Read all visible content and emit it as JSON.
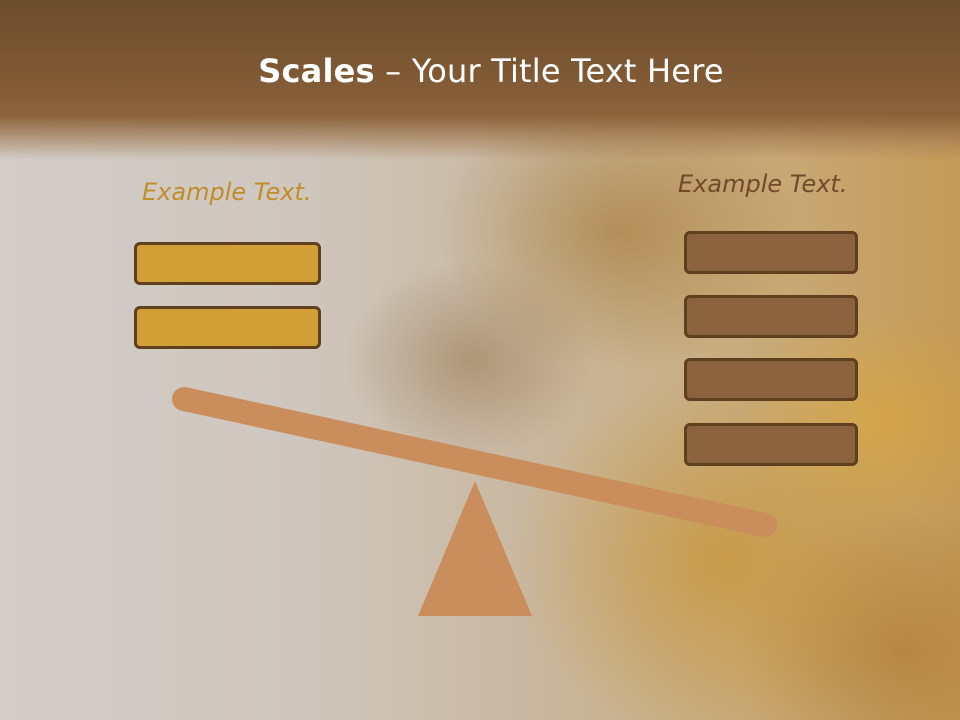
{
  "slide": {
    "title_bold": "Scales",
    "title_rest": " – Your Title Text Here",
    "left_label": "Example Text.",
    "right_label": "Example Text."
  },
  "colors": {
    "header": "#7c5733",
    "left_box_fill": "#d19f36",
    "right_box_fill": "#8b633f",
    "box_border": "#5e3f1e",
    "beam_and_fulcrum": "#c98e5c",
    "left_label_color": "#c08d2a",
    "right_label_color": "#6f4b2a"
  },
  "scale": {
    "left_items": 2,
    "right_items": 4,
    "heavier_side": "right"
  }
}
